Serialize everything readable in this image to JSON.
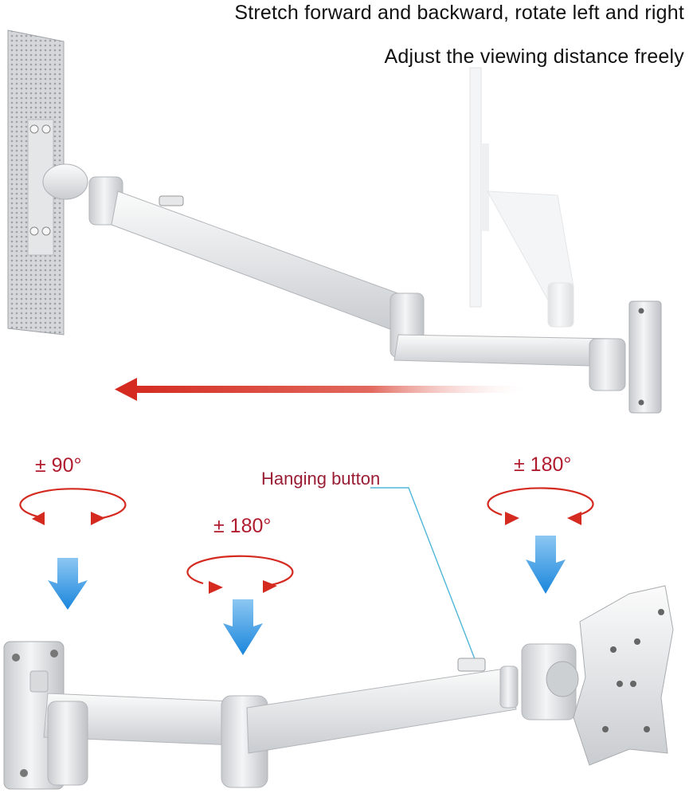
{
  "captions": {
    "line1": "Stretch forward and backward, rotate left and right",
    "line2": "Adjust the viewing distance freely"
  },
  "rotation_labels": {
    "left": "± 90°",
    "middle": "± 180°",
    "right": "± 180°"
  },
  "callout": {
    "label": "Hanging button"
  },
  "colors": {
    "arrow_red": "#d42a20",
    "label_red": "#9a1d34",
    "arrow_blue": "#1f8fe0",
    "leader_line": "#4fb6d8",
    "metal": "#e6e8ea"
  },
  "icons": {
    "motion_arrow": "arrow-left-icon",
    "rotation": "rotate-icon",
    "down": "arrow-down-icon"
  }
}
